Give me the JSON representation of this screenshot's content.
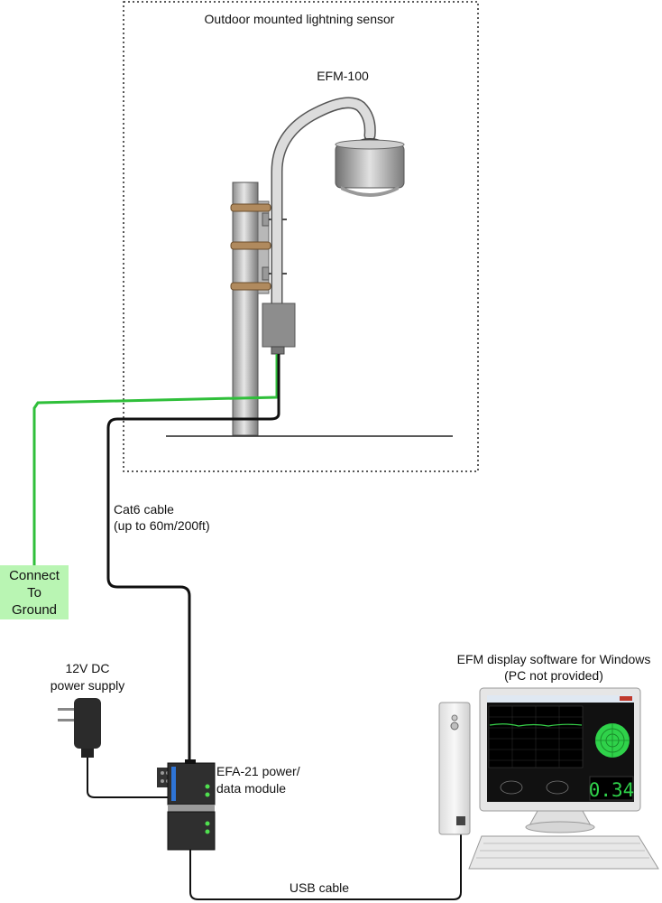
{
  "sensor_area": {
    "label": "Outdoor mounted lightning sensor"
  },
  "sensor": {
    "model": "EFM-100"
  },
  "cable": {
    "line1": "Cat6 cable",
    "line2": "(up to 60m/200ft)"
  },
  "ground": {
    "line1": "Connect",
    "line2": "To",
    "line3": "Ground"
  },
  "power_supply": {
    "line1": "12V DC",
    "line2": "power supply"
  },
  "module": {
    "line1": "EFA-21 power/",
    "line2": "data module"
  },
  "software": {
    "line1": "EFM display software for Windows",
    "line2": "(PC not provided)"
  },
  "usb": {
    "label": "USB cable"
  },
  "screen": {
    "reading": "0.34"
  },
  "colors": {
    "ground_wire": "#2fbf3a",
    "ground_box": "#b9f5b3",
    "cable": "#111111",
    "plot_line": "#37d24a"
  }
}
